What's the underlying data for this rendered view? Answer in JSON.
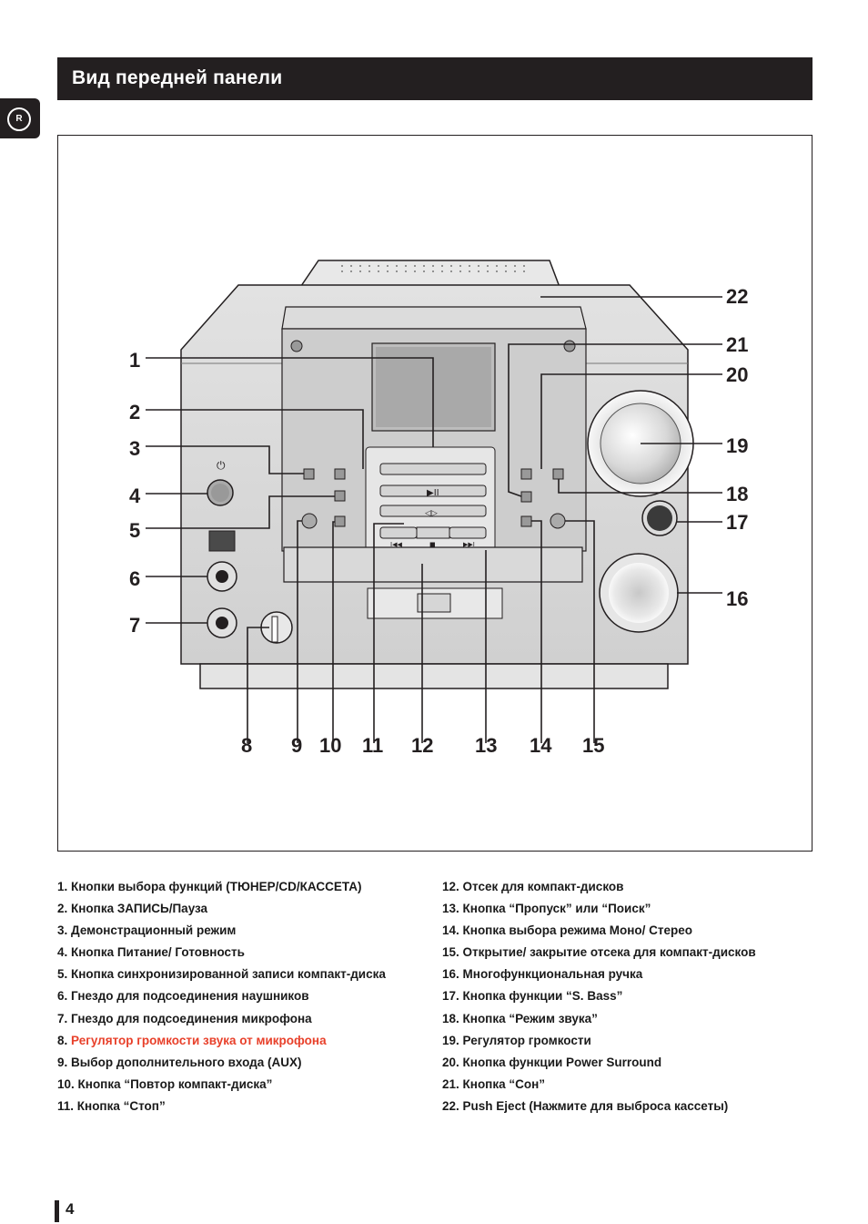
{
  "header": {
    "title": "Вид передней панели"
  },
  "side_tab": {
    "label": "R"
  },
  "figure": {
    "callouts": [
      "1",
      "2",
      "3",
      "4",
      "5",
      "6",
      "7",
      "8",
      "9",
      "10",
      "11",
      "12",
      "13",
      "14",
      "15",
      "16",
      "17",
      "18",
      "19",
      "20",
      "21",
      "22"
    ]
  },
  "legend": {
    "left": [
      {
        "num": "1.",
        "text": "Кнопки выбора функций (ТЮНЕР/CD/КАССЕТА)"
      },
      {
        "num": "2.",
        "text": "Кнопка ЗАПИСЬ/Пауза"
      },
      {
        "num": "3.",
        "text": "Демонстрационный режим"
      },
      {
        "num": "4.",
        "text": "Кнопка Питание/ Готовность"
      },
      {
        "num": "5.",
        "text": "Кнопка синхронизированной записи компакт-диска"
      },
      {
        "num": "6.",
        "text": "Гнездо для подсоединения наушников"
      },
      {
        "num": "7.",
        "text": "Гнездо для подсоединения микрофона"
      },
      {
        "num": "8.",
        "text": "Регулятор громкости звука от микрофона"
      },
      {
        "num": "9.",
        "text": "Выбор дополнительного входа (AUX)"
      },
      {
        "num": "10.",
        "text": "Кнопка “Повтор компакт-диска”"
      },
      {
        "num": "11.",
        "text": "Кнопка “Стоп”"
      }
    ],
    "right": [
      {
        "num": "12.",
        "text": "Отсек для компакт-дисков"
      },
      {
        "num": "13.",
        "text": "Кнопка “Пропуск” или “Поиск”"
      },
      {
        "num": "14.",
        "text": "Кнопка выбора режима Моно/ Стерео"
      },
      {
        "num": "15.",
        "text": "Открытие/ закрытие отсека для компакт-дисков"
      },
      {
        "num": "16.",
        "text": "Многофункциональная ручка"
      },
      {
        "num": "17.",
        "text": "Кнопка функции “S. Bass”"
      },
      {
        "num": "18.",
        "text": "Кнопка “Режим звука”"
      },
      {
        "num": "19.",
        "text": "Регулятор громкости"
      },
      {
        "num": "20.",
        "text": "Кнопка функции Power Surround"
      },
      {
        "num": "21.",
        "text": "Кнопка “Сон”"
      },
      {
        "num": "22.",
        "text": "Push Eject (Нажмите для выброса кассеты)"
      }
    ],
    "highlight_color": "#e8402a"
  },
  "page": {
    "number": "4"
  }
}
